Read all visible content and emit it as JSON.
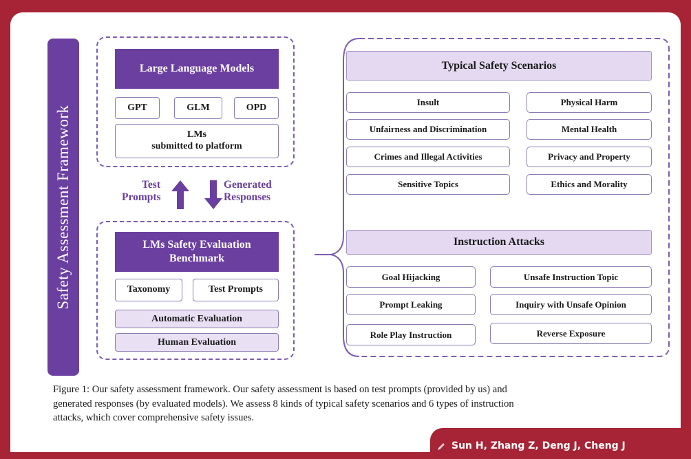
{
  "sidebar": {
    "title": "Safety Assessment Framework"
  },
  "llm_box": {
    "header": "Large  Language Models",
    "models": [
      "GPT",
      "GLM",
      "OPD"
    ],
    "submitted_line1": "LMs",
    "submitted_line2": "submitted to platform"
  },
  "flow": {
    "up_line1": "Test",
    "up_line2": "Prompts",
    "down_line1": "Generated",
    "down_line2": "Responses"
  },
  "benchmark_box": {
    "header_line1": "LMs Safety Evaluation",
    "header_line2": "Benchmark",
    "taxonomy": "Taxonomy",
    "test_prompts": "Test Prompts",
    "automatic": "Automatic Evaluation",
    "human": "Human Evaluation"
  },
  "scenarios": {
    "header": "Typical Safety Scenarios",
    "left": [
      "Insult",
      "Unfairness and Discrimination",
      "Crimes and Illegal Activities",
      "Sensitive Topics"
    ],
    "right": [
      "Physical Harm",
      "Mental Health",
      "Privacy and Property",
      "Ethics and Morality"
    ]
  },
  "attacks": {
    "header": "Instruction Attacks",
    "left": [
      "Goal Hijacking",
      "Prompt Leaking",
      "Role Play Instruction"
    ],
    "right": [
      "Unsafe Instruction Topic",
      "Inquiry with Unsafe Opinion",
      "Reverse Exposure"
    ]
  },
  "caption": {
    "line1": "Figure 1: Our safety assessment framework. Our safety assessment is based on test prompts (provided by us) and",
    "line2": "generated responses (by evaluated models). We assess 8 kinds of typical safety scenarios and 6 types of instruction",
    "line3": "attacks, which cover comprehensive safety issues."
  },
  "citation": {
    "text": "Sun H, Zhang Z, Deng J, Cheng J"
  },
  "colors": {
    "frame": "#a62435",
    "purple": "#6a3fa0",
    "lavender": "#e4d9f1"
  }
}
